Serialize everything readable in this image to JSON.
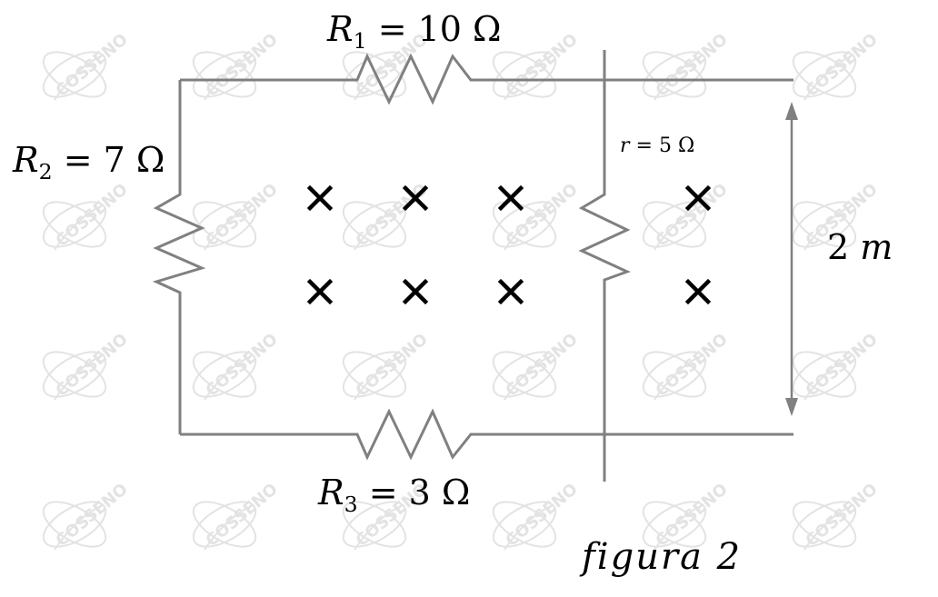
{
  "labels": {
    "r1": {
      "name": "R",
      "sub": "1",
      "value": " = 10 Ω"
    },
    "r2": {
      "name": "R",
      "sub": "2",
      "value": " = 7 Ω"
    },
    "r3": {
      "name": "R",
      "sub": "3",
      "value": " = 3 Ω"
    },
    "r": {
      "name": "r",
      "value": " = 5 Ω"
    },
    "distance": {
      "value": "2",
      "unit": " m"
    },
    "caption": {
      "text": "figura 2"
    }
  },
  "field": {
    "symbol": "×",
    "direction": "into-page",
    "count": 8
  },
  "watermark": {
    "text": "COSSENO"
  },
  "colors": {
    "wire": "#808080",
    "symbol": "#000000",
    "text": "#000000",
    "watermark": "#dedede"
  }
}
